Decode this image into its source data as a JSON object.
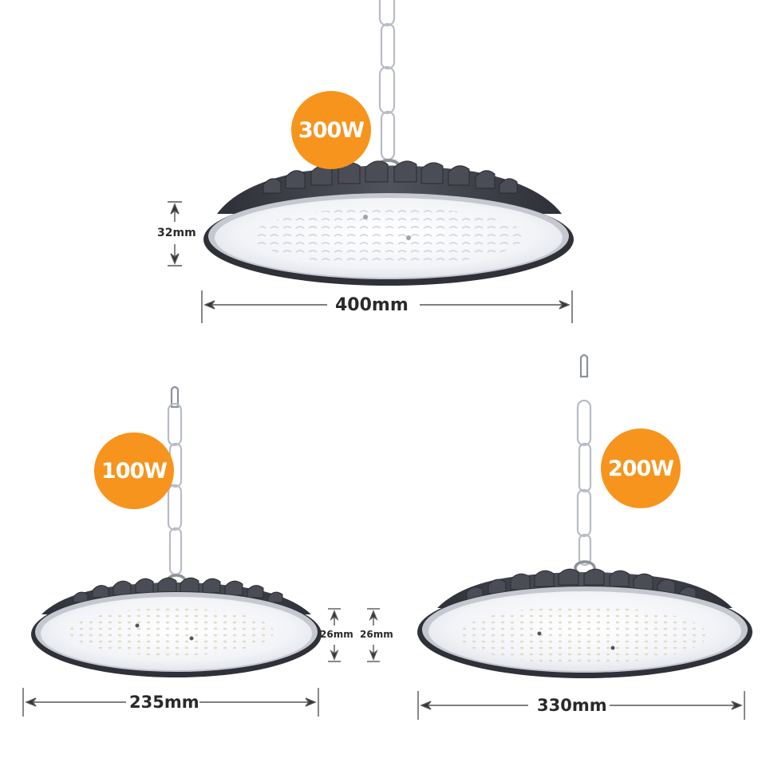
{
  "products": [
    {
      "id": "top",
      "wattage": "300W",
      "diameter": "400mm",
      "height": "32mm"
    },
    {
      "id": "bottom-left",
      "wattage": "100W",
      "diameter": "235mm",
      "height": "26mm"
    },
    {
      "id": "bottom-right",
      "wattage": "200W",
      "diameter": "330mm",
      "height": "26mm"
    }
  ],
  "colors": {
    "badge": "#f7941d",
    "housing": "#3c3e46",
    "lens": "#f1f2f6",
    "dimension_line": "#555555"
  }
}
